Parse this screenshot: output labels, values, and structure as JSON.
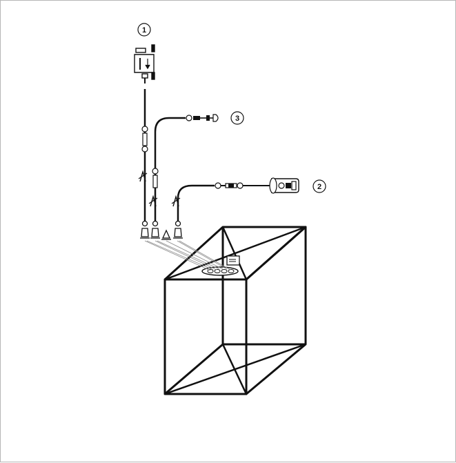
{
  "diagram": {
    "callouts": [
      {
        "id": "1",
        "label": "1"
      },
      {
        "id": "2",
        "label": "2"
      },
      {
        "id": "3",
        "label": "3"
      }
    ],
    "colors": {
      "line": "#111111",
      "frame_border": "#b5b5b5",
      "fine_line": "#8a8a8a"
    }
  }
}
